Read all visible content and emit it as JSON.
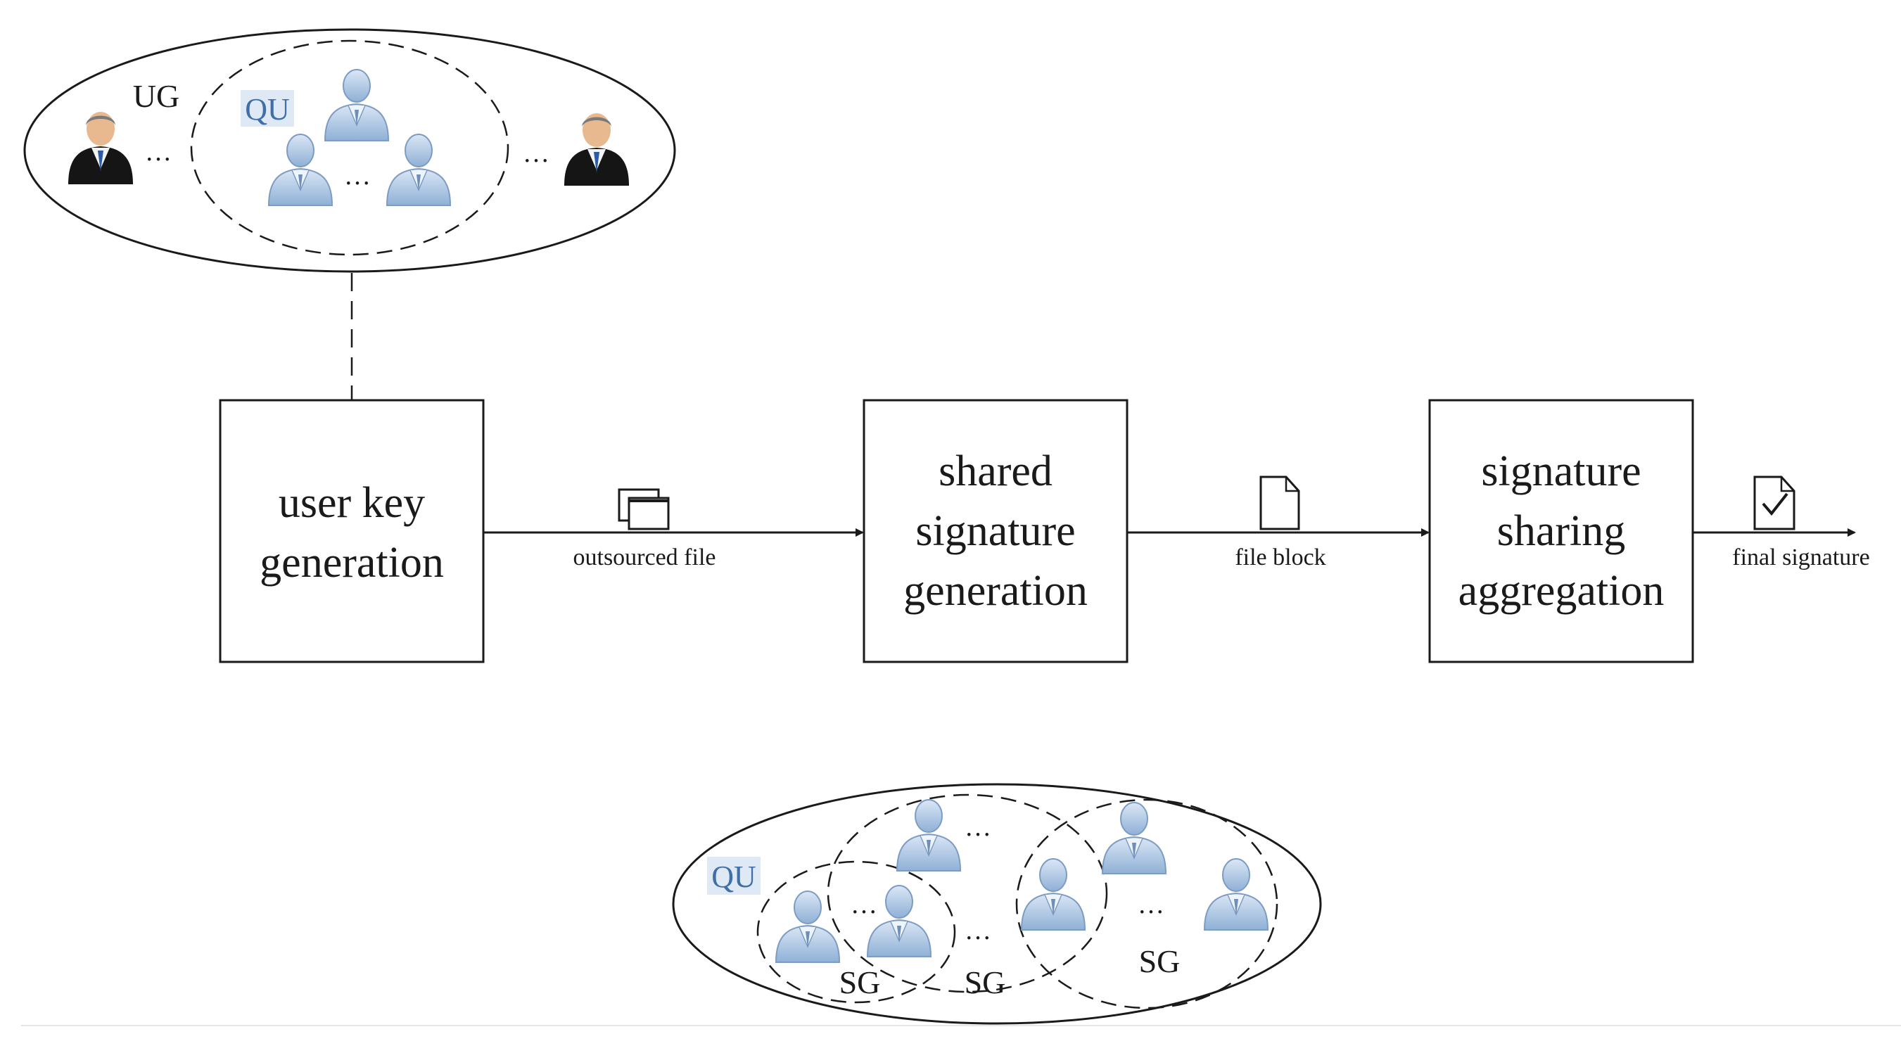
{
  "top_group": {
    "label": "UG",
    "subgroup_label": "QU",
    "ellipsis": "…"
  },
  "boxes": [
    {
      "lines": [
        "user key",
        "generation"
      ]
    },
    {
      "lines": [
        "shared",
        "signature",
        "generation"
      ]
    },
    {
      "lines": [
        "signature",
        "sharing",
        "aggregation"
      ]
    }
  ],
  "arrows": [
    {
      "label": "outsourced file",
      "icon": "stacked-files-icon"
    },
    {
      "label": "file block",
      "icon": "document-icon"
    },
    {
      "label": "final signature",
      "icon": "checked-document-icon"
    }
  ],
  "bottom_group": {
    "label": "QU",
    "subgroups": [
      "SG",
      "SG",
      "SG"
    ],
    "ellipsis": "…"
  },
  "colors": {
    "line": "#1a1a1a",
    "qualified_user": "#b9cde6",
    "regular_user_suit": "#151515",
    "qu_label": "#3f6fa6"
  }
}
